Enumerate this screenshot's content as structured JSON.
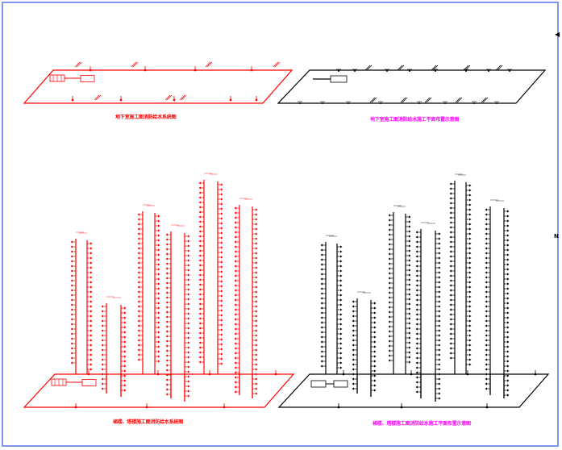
{
  "colors": {
    "frame": "#7f95ef",
    "red": "#ff0000",
    "black": "#000000",
    "magenta": "#ff00ff"
  },
  "captions": {
    "top_left": "地下室施工图消防给水系统图",
    "top_right": "地下室施工图消防给水施工平面布置示意图",
    "bottom_left": "裙楼、塔楼施工图消防给水系统图",
    "bottom_right": "裙楼、塔楼施工图消防给水施工平面布置示意图"
  },
  "right_edge_marks": [
    "◀",
    "N"
  ]
}
